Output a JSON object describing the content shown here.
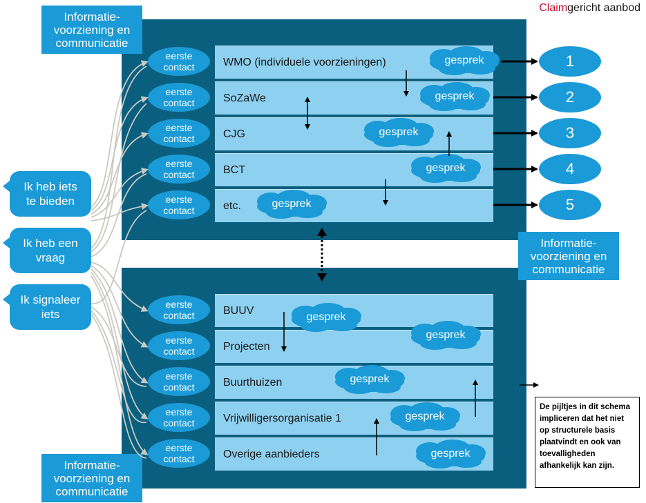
{
  "title": {
    "accent": "Claim",
    "rest": "gericht aanbod"
  },
  "info_label": "Informatie-\nvoorziening en\ncommunicatie",
  "entry_label": "eerste\ncontact",
  "cloud_label": "gesprek",
  "signals": [
    {
      "label": "Ik heb iets\nte bieden"
    },
    {
      "label": "Ik heb een\nvraag"
    },
    {
      "label": "Ik signaleer\niets"
    }
  ],
  "top_rows": [
    "WMO (individuele voorzieningen)",
    "SoZaWe",
    "CJG",
    "BCT",
    "etc."
  ],
  "bottom_rows": [
    "BUUV",
    "Projecten",
    "Buurthuizen",
    "Vrijwilligersorganisatie 1",
    "Overige aanbieders"
  ],
  "outcomes": [
    "1",
    "2",
    "3",
    "4",
    "5"
  ],
  "note": "De pijltjes in dit schema impliceren dat het niet op structurele basis plaatvindt en ook van toevalligheden afhankelijk kan zijn.",
  "colors": {
    "panel": "#0b5f7e",
    "accent_blue": "#1a9ad6",
    "row": "#8ed0ef",
    "title_red": "#c8102e"
  }
}
